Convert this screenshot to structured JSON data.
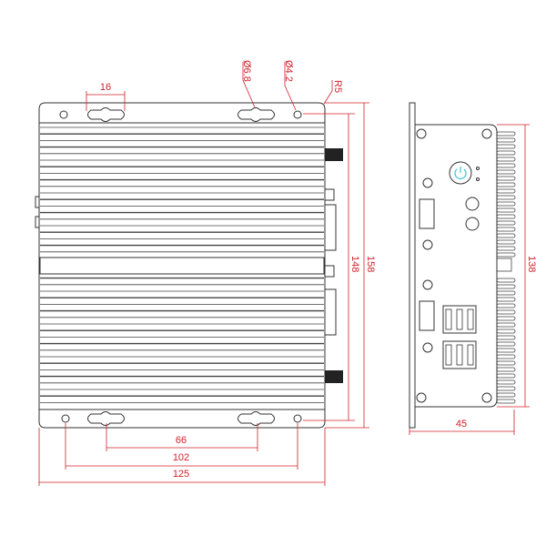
{
  "front_view": {
    "dimensions": {
      "slot_width": "16",
      "slot_hole_dia": "Ø6.8",
      "mount_hole_dia": "Ø4.2",
      "corner_radius": "R5",
      "hole_pitch_height": "148",
      "overall_height": "158",
      "slot_pitch": "66",
      "hole_pitch_width": "102",
      "overall_width": "125"
    }
  },
  "side_view": {
    "dimensions": {
      "body_height": "138",
      "depth": "45"
    },
    "power_icon_color": "#3cc8d8"
  },
  "colors": {
    "dimension": "#d0202a",
    "outline": "#333333"
  }
}
